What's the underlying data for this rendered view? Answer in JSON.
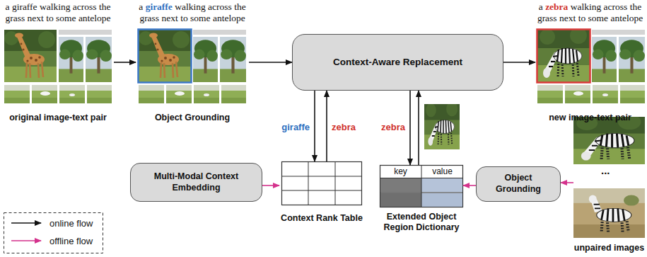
{
  "diagram": {
    "nodes": [
      {
        "text": [
          "a giraffe walking across the grass next to some antelope",
          "original image-text pair"
        ]
      },
      {
        "text": [
          "a giraffe walking across the grass next to some antelope",
          "Object Grounding"
        ]
      },
      {
        "text": [
          "Context-Aware Replacement"
        ]
      },
      {
        "text": [
          "a zebra walking across the grass next to some antelope",
          "new image-text pair"
        ]
      },
      {
        "text": [
          "Multi-Modal Context Embedding"
        ]
      },
      {
        "text": [
          "Context Rank Table"
        ]
      },
      {
        "text": [
          "key",
          "value",
          "Extended Object Region Dictionary"
        ]
      },
      {
        "text": [
          "Object Grounding"
        ]
      },
      {
        "text": [
          "unpaired images"
        ]
      }
    ],
    "edges": [
      {
        "from": 0,
        "to": 1,
        "arrow": "to"
      },
      {
        "from": 1,
        "to": 2,
        "arrow": "to"
      },
      {
        "from": 2,
        "to": 3,
        "arrow": "to"
      },
      {
        "from": 2,
        "to": 5,
        "label": "giraffe",
        "arrow": "to"
      },
      {
        "from": 5,
        "to": 2,
        "label": "zebra",
        "arrow": "to"
      },
      {
        "from": 2,
        "to": 6,
        "label": "zebra",
        "arrow": "to"
      },
      {
        "from": 6,
        "to": 2,
        "arrow": "to"
      },
      {
        "from": 4,
        "to": 5,
        "arrow": "to"
      },
      {
        "from": 7,
        "to": 6,
        "arrow": "to"
      },
      {
        "from": 8,
        "to": 7,
        "arrow": "to"
      }
    ],
    "labels": [
      "..."
    ],
    "legend": [
      {
        "text": "online flow"
      },
      {
        "text": "offline flow"
      }
    ]
  }
}
